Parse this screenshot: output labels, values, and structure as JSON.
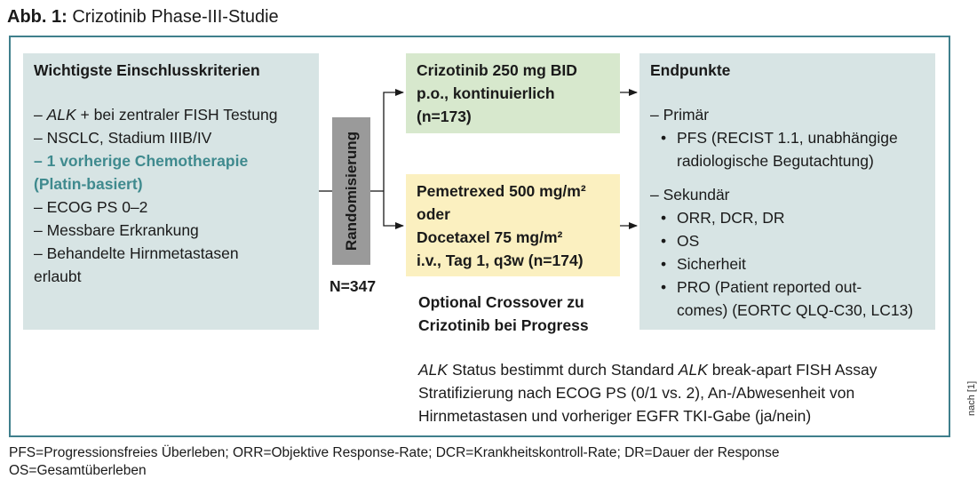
{
  "figure": {
    "label": "Abb. 1:",
    "title": "Crizotinib Phase-III-Studie"
  },
  "inclusion": {
    "heading": "Wichtigste Einschlusskriterien",
    "items": [
      {
        "prefix": "– ",
        "em": "ALK",
        "rest": " + bei zentraler FISH Testung"
      },
      {
        "text": "– NSCLC, Stadium IIIB/IV"
      },
      {
        "text": "– 1 vorherige Chemotherapie"
      },
      {
        "text": "(Platin-basiert)"
      },
      {
        "text": "– ECOG PS 0–2"
      },
      {
        "text": "– Messbare Erkrankung"
      },
      {
        "text": "– Behandelte Hirnmetastasen"
      },
      {
        "text": "erlaubt"
      }
    ]
  },
  "randomization": {
    "label": "Randomisierung",
    "n": "N=347"
  },
  "arm1": {
    "lines": [
      "Crizotinib 250 mg BID",
      "p.o., kontinuierlich",
      "(n=173)"
    ],
    "color": "#d7e8cd"
  },
  "arm2": {
    "lines": [
      "Pemetrexed 500 mg/m²",
      "oder",
      "Docetaxel 75 mg/m²",
      "i.v., Tag 1, q3w (n=174)"
    ],
    "color": "#fbf0c0"
  },
  "crossover": {
    "lines": [
      "Optional Crossover zu",
      "Crizotinib bei Progress"
    ]
  },
  "endpoints": {
    "heading": "Endpunkte",
    "primary_label": "– Primär",
    "primary_items": [
      "PFS (RECIST 1.1, unabhängige",
      "radiologische Begutachtung)"
    ],
    "secondary_label": "– Sekundär",
    "secondary_items": [
      "ORR, DCR, DR",
      "OS",
      "Sicherheit",
      "PRO (Patient reported out-",
      "comes) (EORTC QLQ-C30, LC13)"
    ],
    "bullet": "•"
  },
  "note": {
    "line1_em1": "ALK",
    "line1_mid": " Status bestimmt durch Standard ",
    "line1_em2": "ALK",
    "line1_end": " break-apart FISH Assay",
    "line2": "Stratifizierung nach ECOG PS (0/1 vs. 2), An-/Abwesenheit von",
    "line3": "Hirnmetastasen und vorheriger EGFR TKI-Gabe (ja/nein)"
  },
  "footnotes": [
    "PFS=Progressionsfreies Überleben; ORR=Objektive Response-Rate; DCR=Krankheitskontroll-Rate; DR=Dauer der Response",
    "OS=Gesamtüberleben"
  ],
  "reference": "nach [1]",
  "colors": {
    "frame": "#3f7f8c",
    "highlight": "#3f8a8e",
    "gray_box": "#9a9a9a",
    "teal_box": "#d7e4e4"
  }
}
